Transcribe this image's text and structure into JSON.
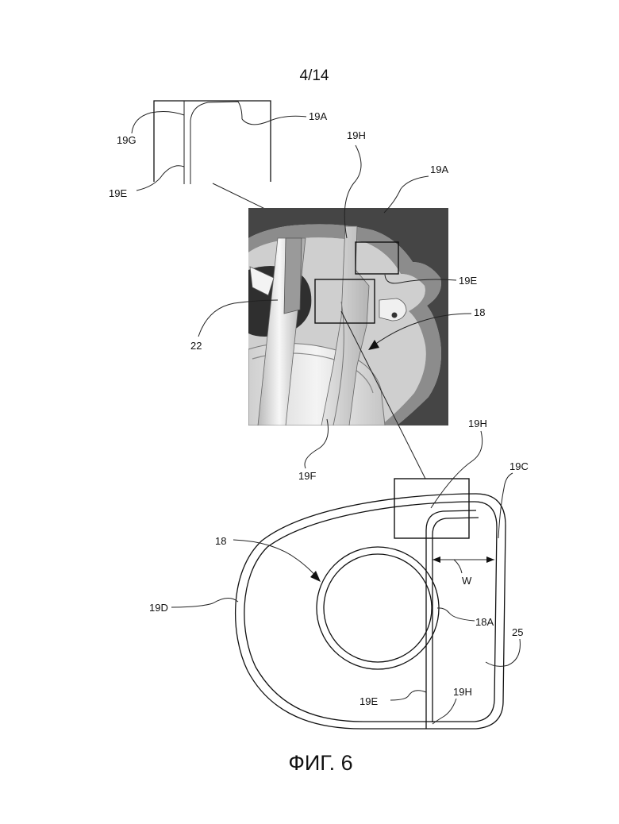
{
  "page_number": "4/14",
  "figure_caption": "ФИГ. 6",
  "labels": {
    "top_19A": "19A",
    "top_19G": "19G",
    "top_19E": "19E",
    "photo_19H": "19H",
    "photo_19A": "19A",
    "photo_19E": "19E",
    "photo_18": "18",
    "photo_22": "22",
    "photo_19F": "19F",
    "bottom_19H_top": "19H",
    "bottom_19C": "19C",
    "bottom_18": "18",
    "bottom_W": "W",
    "bottom_19D": "19D",
    "bottom_18A": "18A",
    "bottom_25": "25",
    "bottom_19E": "19E",
    "bottom_19H_bottom": "19H"
  }
}
